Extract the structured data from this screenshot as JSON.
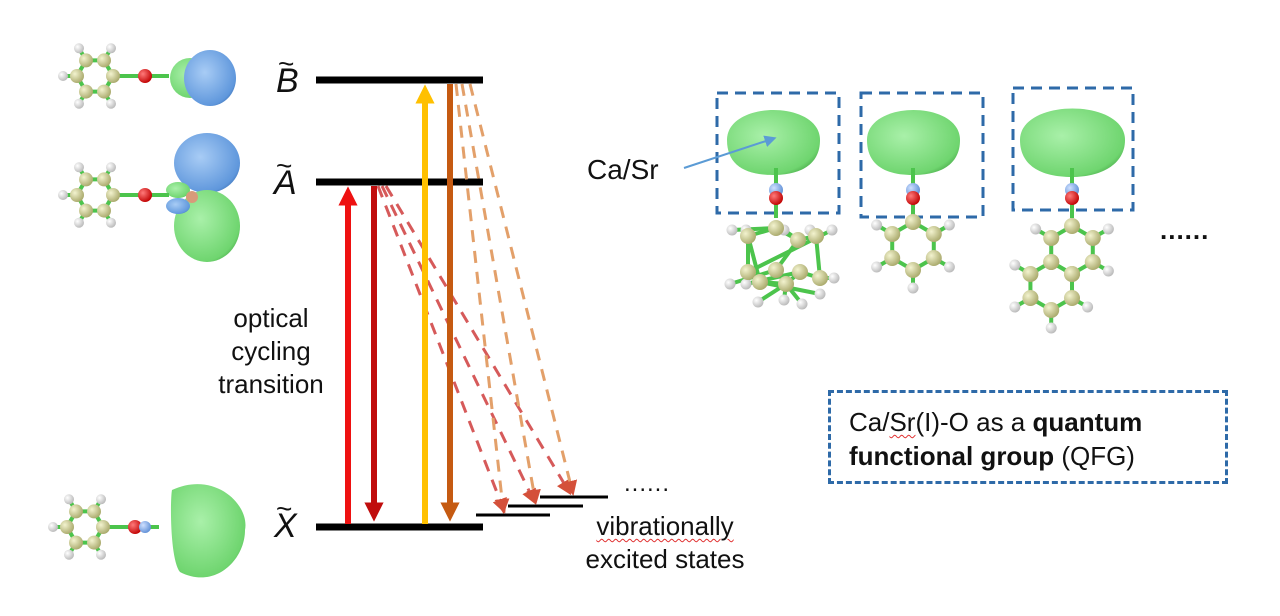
{
  "figure": {
    "states": [
      {
        "id": "B",
        "label": "B",
        "decoration": "~"
      },
      {
        "id": "A",
        "label": "A",
        "decoration": "~"
      },
      {
        "id": "X",
        "label": "X",
        "decoration": "~"
      }
    ],
    "annotation_cycling": [
      "optical",
      "cycling",
      "transition"
    ],
    "annotation_vibrational": [
      "vibrationally",
      "excited states"
    ],
    "vib_ellipsis": "......",
    "callout_metal": "Ca/Sr",
    "right_ellipsis": "......",
    "qfg": {
      "part1": "Ca/",
      "part1_spellcheck": "Sr",
      "part2": "(I)-O as a ",
      "bold1": "quantum",
      "bold2": "functional group",
      "part3": " (QFG)"
    },
    "transitions": [
      {
        "name": "A-X excitation",
        "direction": "up",
        "from": "X",
        "to": "A",
        "color": "#ee1111"
      },
      {
        "name": "A-X decay",
        "direction": "down",
        "from": "A",
        "to": "X",
        "color": "#c00d0d"
      },
      {
        "name": "B-X excitation",
        "direction": "up",
        "from": "X",
        "to": "B",
        "color": "#ffc000"
      },
      {
        "name": "B-X decay",
        "direction": "down",
        "from": "B",
        "to": "X",
        "color": "#c55a11"
      }
    ],
    "colors": {
      "level": "#000000",
      "dashed_from_A": "#d65a5a",
      "dashed_from_B": "#e3a06a",
      "box_border": "#2e6aa8",
      "callout_arrow": "#5b9bd5",
      "orbital_green": "#7fdc7f",
      "orbital_blue": "#6fa6e0",
      "carbon": "#c9c98a",
      "hydrogen": "#f0f0f0",
      "oxygen": "#e41b1b",
      "bond": "#4cc44c"
    },
    "molecules_right": [
      {
        "name": "adamantyl-O-M"
      },
      {
        "name": "phenyl-O-M"
      },
      {
        "name": "naphthyl-O-M"
      }
    ]
  }
}
